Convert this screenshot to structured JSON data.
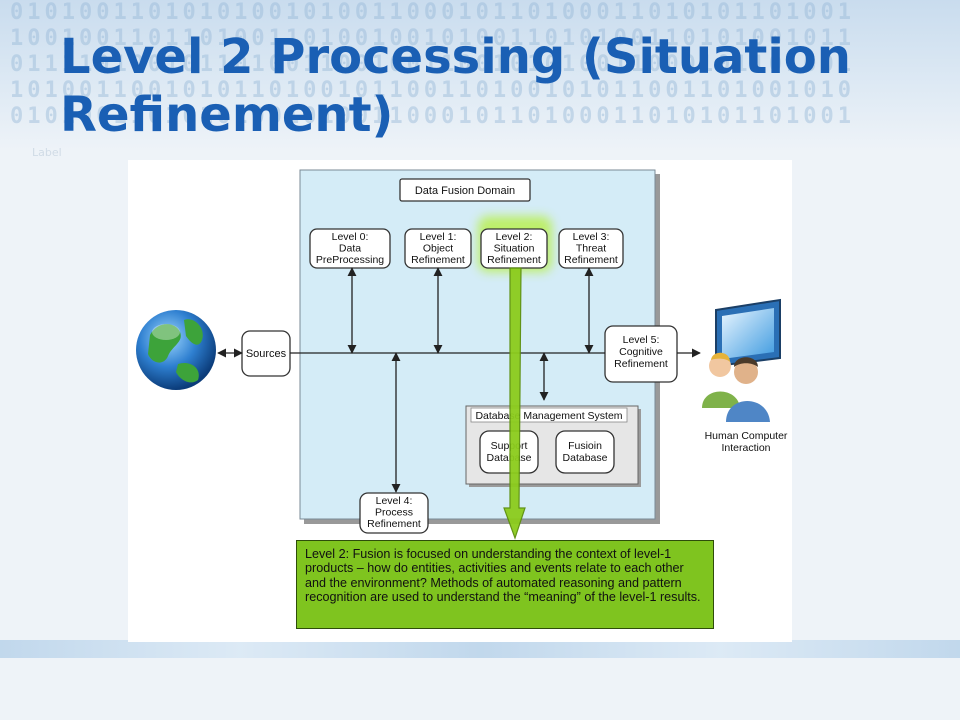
{
  "slide": {
    "title": "Level 2 Processing (Situation Refinement)",
    "faint_label": "Label",
    "header_binary": [
      "0101001101010100101001100010110100011010101101001",
      "1001001101101001101001001010011010100110101001011",
      "0111101001011010011001001100101010011000101101001",
      "1010011001010110100101100110100101011001101001010",
      "0101001101010100101001100010110100011010101101001"
    ]
  },
  "diagram": {
    "domain_label": "Data Fusion Domain",
    "levels": [
      {
        "id": "level0",
        "lines": [
          "Level 0:",
          "Data",
          "PreProcessing"
        ]
      },
      {
        "id": "level1",
        "lines": [
          "Level 1:",
          "Object",
          "Refinement"
        ]
      },
      {
        "id": "level2",
        "lines": [
          "Level 2:",
          "Situation",
          "Refinement"
        ]
      },
      {
        "id": "level3",
        "lines": [
          "Level 3:",
          "Threat",
          "Refinement"
        ]
      }
    ],
    "sources_label": "Sources",
    "level5": {
      "lines": [
        "Level 5:",
        "Cognitive",
        "Refinement"
      ]
    },
    "level4": {
      "lines": [
        "Level 4:",
        "Process",
        "Refinement"
      ]
    },
    "dbms_label": "Database Management System",
    "support_db": {
      "lines": [
        "Support",
        "Database"
      ]
    },
    "fusion_db": {
      "lines": [
        "Fusioin",
        "Database"
      ]
    },
    "hci_label": [
      "Human Computer",
      "Interaction"
    ],
    "explanation": "Level 2: Fusion is focused on understanding the context of level-1 products – how do entities, activities and events relate to each other and the environment?  Methods of automated reasoning and pattern recognition are used to understand the “meaning” of the level-1 results.",
    "colors": {
      "domain_fill": "#d4ecf7",
      "highlight_green": "#8ccc1c",
      "title_blue": "#1a5fb4",
      "explain_fill": "#7fc41f"
    },
    "icons": [
      "globe-icon",
      "people-computer-icon"
    ]
  }
}
